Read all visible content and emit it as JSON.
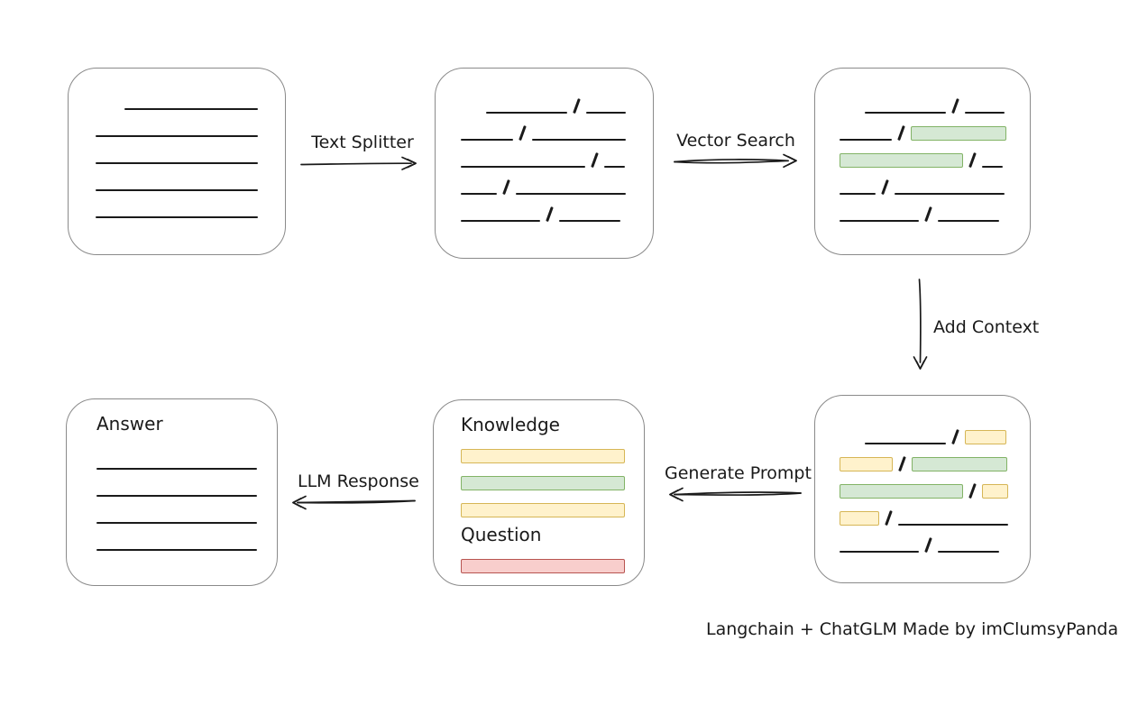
{
  "diagram": {
    "colors": {
      "ink": "#1a1a1a",
      "box_border": "#8a8a8a",
      "green_fill": "#d5e8d4",
      "green_stroke": "#82b366",
      "yellow_fill": "#fff2cc",
      "yellow_stroke": "#d6b656",
      "red_fill": "#f8cecc",
      "red_stroke": "#b85450"
    },
    "arrows": {
      "text_splitter": "Text Splitter",
      "vector_search": "Vector Search",
      "add_context": "Add Context",
      "generate_prompt": "Generate Prompt",
      "llm_response": "LLM Response"
    },
    "boxes": {
      "document": {
        "rows": [
          [
            {
              "t": "gap",
              "w": 32
            },
            {
              "t": "line",
              "w": 148
            }
          ],
          [
            {
              "t": "line",
              "w": 180
            }
          ],
          [
            {
              "t": "line",
              "w": 180
            }
          ],
          [
            {
              "t": "line",
              "w": 180
            }
          ],
          [
            {
              "t": "line",
              "w": 180
            }
          ]
        ]
      },
      "split_chunks": {
        "rows": [
          [
            {
              "t": "gap",
              "w": 28
            },
            {
              "t": "line",
              "w": 90
            },
            {
              "t": "slash"
            },
            {
              "t": "line",
              "w": 44
            }
          ],
          [
            {
              "t": "line",
              "w": 58
            },
            {
              "t": "slash"
            },
            {
              "t": "line",
              "w": 104
            }
          ],
          [
            {
              "t": "line",
              "w": 138
            },
            {
              "t": "slash"
            },
            {
              "t": "line",
              "w": 23
            }
          ],
          [
            {
              "t": "line",
              "w": 40
            },
            {
              "t": "slash"
            },
            {
              "t": "line",
              "w": 122
            }
          ],
          [
            {
              "t": "line",
              "w": 88
            },
            {
              "t": "slash"
            },
            {
              "t": "line",
              "w": 68
            }
          ]
        ]
      },
      "vector_matched": {
        "rows": [
          [
            {
              "t": "gap",
              "w": 28
            },
            {
              "t": "line",
              "w": 90
            },
            {
              "t": "slash"
            },
            {
              "t": "line",
              "w": 44
            }
          ],
          [
            {
              "t": "line",
              "w": 58
            },
            {
              "t": "slash"
            },
            {
              "t": "green",
              "w": 104
            }
          ],
          [
            {
              "t": "green",
              "w": 135
            },
            {
              "t": "slash"
            },
            {
              "t": "line",
              "w": 23
            }
          ],
          [
            {
              "t": "line",
              "w": 40
            },
            {
              "t": "slash"
            },
            {
              "t": "line",
              "w": 122
            }
          ],
          [
            {
              "t": "line",
              "w": 88
            },
            {
              "t": "slash"
            },
            {
              "t": "line",
              "w": 68
            }
          ]
        ]
      },
      "context_merged": {
        "rows": [
          [
            {
              "t": "gap",
              "w": 28
            },
            {
              "t": "line",
              "w": 90
            },
            {
              "t": "slash"
            },
            {
              "t": "yellow",
              "w": 44
            }
          ],
          [
            {
              "t": "yellow",
              "w": 57
            },
            {
              "t": "slash"
            },
            {
              "t": "green",
              "w": 104
            }
          ],
          [
            {
              "t": "green",
              "w": 135
            },
            {
              "t": "slash"
            },
            {
              "t": "yellow",
              "w": 27
            }
          ],
          [
            {
              "t": "yellow",
              "w": 42
            },
            {
              "t": "slash"
            },
            {
              "t": "line",
              "w": 122
            }
          ],
          [
            {
              "t": "line",
              "w": 88
            },
            {
              "t": "slash"
            },
            {
              "t": "line",
              "w": 68
            }
          ]
        ]
      },
      "prompt": {
        "knowledge_label": "Knowledge",
        "question_label": "Question",
        "knowledge_rows": [
          [
            {
              "t": "yellow",
              "w": 180
            }
          ],
          [
            {
              "t": "green",
              "w": 180
            }
          ],
          [
            {
              "t": "yellow",
              "w": 180
            }
          ]
        ],
        "question_rows": [
          [
            {
              "t": "red",
              "w": 180
            }
          ]
        ]
      },
      "answer": {
        "label": "Answer",
        "rows": [
          [
            {
              "t": "line",
              "w": 178
            }
          ],
          [
            {
              "t": "line",
              "w": 178
            }
          ],
          [
            {
              "t": "line",
              "w": 178
            }
          ],
          [
            {
              "t": "line",
              "w": 178
            }
          ]
        ]
      }
    },
    "footer": "Langchain + ChatGLM Made by imClumsyPanda"
  }
}
